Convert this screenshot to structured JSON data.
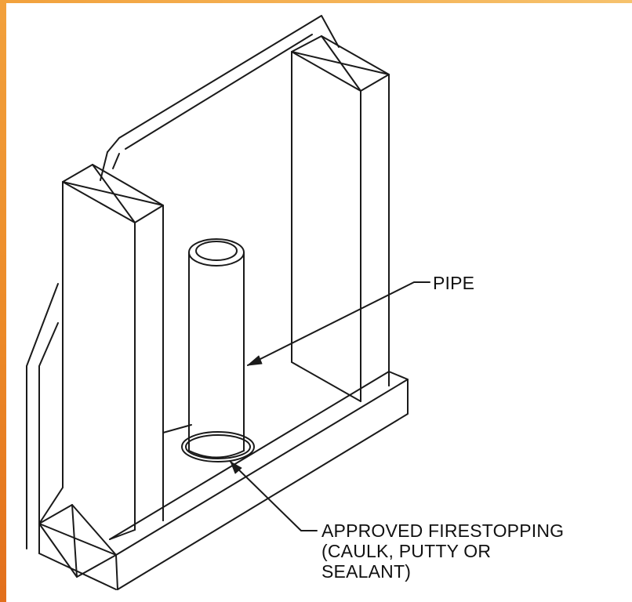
{
  "labels": {
    "pipe": "PIPE",
    "firestop_line1": "APPROVED FIRESTOPPING",
    "firestop_line2": "(CAULK, PUTTY OR",
    "firestop_line3": "SEALANT)"
  },
  "colors": {
    "accent_bar": "#ec8a28",
    "line": "#1a1a1a",
    "background": "#ffffff"
  }
}
